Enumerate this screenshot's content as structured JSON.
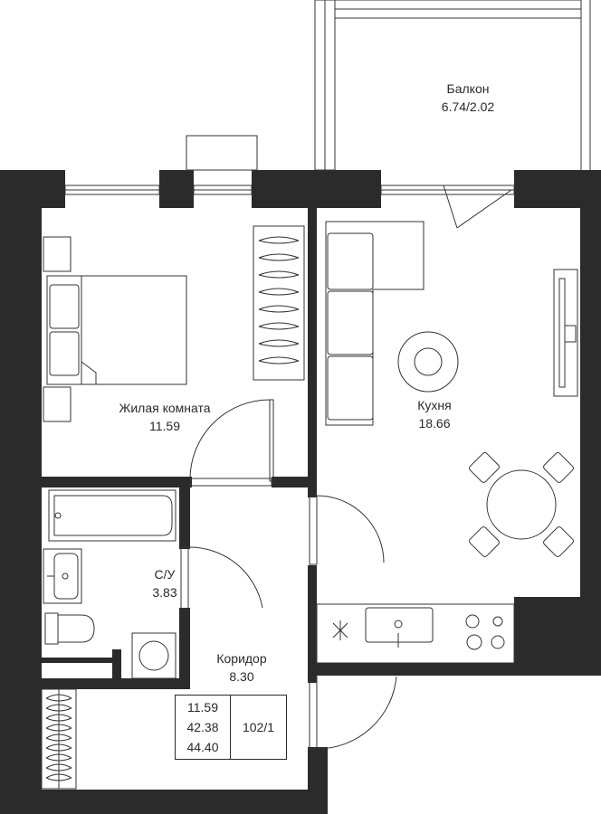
{
  "rooms": {
    "balcony": {
      "name": "Балкон",
      "area": "6.74/2.02"
    },
    "living": {
      "name": "Жилая комната",
      "area": "11.59"
    },
    "kitchen": {
      "name": "Кухня",
      "area": "18.66"
    },
    "bathroom": {
      "name": "С/У",
      "area": "3.83"
    },
    "corridor": {
      "name": "Коридор",
      "area": "8.30"
    }
  },
  "summary": {
    "living_area": "11.59",
    "total_area_a": "42.38",
    "total_area_b": "44.40",
    "apartment_number": "102/1"
  },
  "colors": {
    "wall": "#2b2b2b",
    "line": "#333333",
    "background": "#ffffff"
  }
}
